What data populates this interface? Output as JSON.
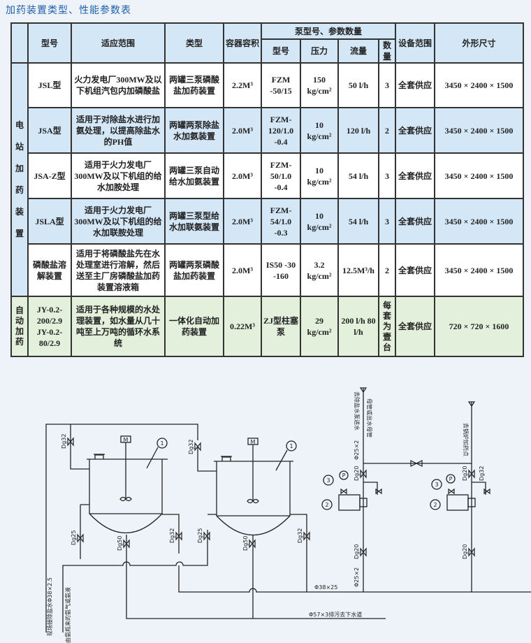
{
  "title": "加药装置类型、性能参数表",
  "table": {
    "headers": {
      "model": "型号",
      "scope": "适应范围",
      "type": "类型",
      "volume": "容器容积",
      "pump_group": "泵型号、参数数量",
      "pump_model": "型号",
      "pressure": "压力",
      "flow": "流量",
      "qty": "数量",
      "supply": "设备范围",
      "size": "外形尺寸"
    },
    "group1": "电站加药装置",
    "group2": "自动加药",
    "rows": [
      {
        "model": "JSL型",
        "scope": "火力发电厂300MW及以下机组汽包内加磷酸盐",
        "type": "两罐三泵磷酸盐加药装置",
        "volume": "2.2M³",
        "pump": "FZM -50/15",
        "pressure": "150 kg/cm²",
        "flow": "50 l/h",
        "qty": "3",
        "supply": "全套供应",
        "size": "3450 × 2400 × 1500"
      },
      {
        "model": "JSA型",
        "scope": "适用于对除盐水进行加氨处理，以提高除盐水的PH值",
        "type": "两罐两泵除盐水加氨装置",
        "volume": "2.0M³",
        "pump": "FZM-120/1.0 -0.4",
        "pressure": "10 kg/cm²",
        "flow": "120 l/h",
        "qty": "2",
        "supply": "全套供应",
        "size": "3450 × 2400 × 1500"
      },
      {
        "model": "JSA-Z型",
        "scope": "适用于火力发电厂300MW及以下机组的给水加胺处理",
        "type": "两罐三泵自动给水加氨装置",
        "volume": "2.0M³",
        "pump": "FZM-50/1.0 -0.4",
        "pressure": "10 kg/cm²",
        "flow": "54 l/h",
        "qty": "3",
        "supply": "全套供应",
        "size": "3450 × 2400 × 1500"
      },
      {
        "model": "JSLA型",
        "scope": "适用于火力发电厂300MW及以下机组的给水加联胺处理",
        "type": "两罐三泵型给水加联氨装置",
        "volume": "2.0M³",
        "pump": "FZM-54/1.0 -0.3",
        "pressure": "10 kg/cm²",
        "flow": "54 l/h",
        "qty": "3",
        "supply": "全套供应",
        "size": "3450 × 2400 × 1500"
      },
      {
        "model": "磷酸盐溶解装置",
        "scope": "适用于将磷酸盐先在水处理室进行溶解，然后送至主厂房磷酸盐加药装置溶液箱",
        "type": "两罐两泵磷酸盐加药装置",
        "volume": "2.0M³",
        "pump": "IS50 -30 -160",
        "pressure": "3.2 kg/cm²",
        "flow": "12.5M³/h",
        "qty": "2",
        "supply": "全套供应",
        "size": "3450 × 2400 × 1500"
      },
      {
        "model": "JY-0.2-200/2.9 JY-0.2-80/2.9",
        "scope": "适用于各种规模的水处理装置，如水量从几十吨至上万吨的循环水系统",
        "type": "一体化自动加药装置",
        "volume": "0.22M³",
        "pump": "ZJ型柱塞泵",
        "pressure": "29 kg/cm²",
        "flow": "200 l/h 80 l/h",
        "qty": "每套为壹台",
        "supply": "全套供应",
        "size": "720 × 720 × 1600"
      }
    ]
  },
  "diagram": {
    "labels": {
      "dg32": "Dg32",
      "dg25": "Dg25",
      "dg50": "Dg50",
      "dg20": "Dg20",
      "phi25": "Φ25×2",
      "phi38": "Φ38×25",
      "drain": "Φ57×3排污去下水道",
      "inlet": "现场接除盐水Φ38×2.5",
      "ammonia": "由氨瓶来的氨气或氨液",
      "to_pump": "去除盐水泵进水",
      "to_main": "母管或出水母管",
      "to_boiler": "去锅炉加药点",
      "motor": "M",
      "tag1": "1",
      "tag2": "2",
      "tag3": "3",
      "gauge": "P"
    }
  }
}
